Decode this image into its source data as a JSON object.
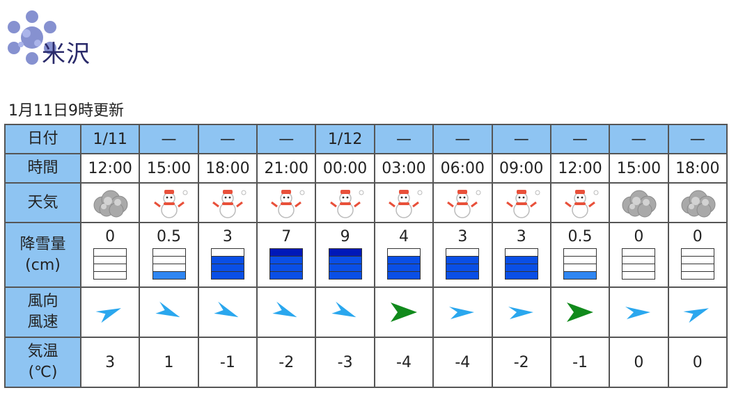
{
  "location": "米沢",
  "updated": "1月11日9時更新",
  "labels": {
    "date": "日付",
    "time": "時間",
    "weather": "天気",
    "snow_line1": "降雪量",
    "snow_line2": "(cm)",
    "wind_line1": "風向",
    "wind_line2": "風速",
    "temp_line1": "気温",
    "temp_line2": "(℃)"
  },
  "colors": {
    "header_bg": "#8ec4f2",
    "snow_light": "#2f86f2",
    "snow_medium": "#0a4fe6",
    "snow_dark": "#0018b8",
    "wind_light": "#2aa7ee",
    "wind_strong": "#118a1c"
  },
  "columns": [
    {
      "date": "1/11",
      "time": "12:00",
      "weather": "cloudy-icon",
      "snow": "0",
      "snow_level": 0,
      "wind_icon": "arrow-northeast-icon",
      "wind_strength": "light",
      "temp": "3"
    },
    {
      "date": "—",
      "time": "15:00",
      "weather": "snowman-icon",
      "snow": "0.5",
      "snow_level": 1,
      "wind_icon": "arrow-southeast-icon",
      "wind_strength": "light",
      "temp": "1"
    },
    {
      "date": "—",
      "time": "18:00",
      "weather": "snowman-icon",
      "snow": "3",
      "snow_level": 3,
      "wind_icon": "arrow-southeast-icon",
      "wind_strength": "light",
      "temp": "-1"
    },
    {
      "date": "—",
      "time": "21:00",
      "weather": "snowman-icon",
      "snow": "7",
      "snow_level": 4,
      "wind_icon": "arrow-southeast-icon",
      "wind_strength": "light",
      "temp": "-2"
    },
    {
      "date": "1/12",
      "time": "00:00",
      "weather": "snowman-icon",
      "snow": "9",
      "snow_level": 4,
      "wind_icon": "arrow-southeast-icon",
      "wind_strength": "light",
      "temp": "-3"
    },
    {
      "date": "—",
      "time": "03:00",
      "weather": "snowman-icon",
      "snow": "4",
      "snow_level": 3,
      "wind_icon": "arrow-east-icon",
      "wind_strength": "strong",
      "temp": "-4"
    },
    {
      "date": "—",
      "time": "06:00",
      "weather": "snowman-icon",
      "snow": "3",
      "snow_level": 3,
      "wind_icon": "arrow-east-icon",
      "wind_strength": "light",
      "temp": "-4"
    },
    {
      "date": "—",
      "time": "09:00",
      "weather": "snowman-icon",
      "snow": "3",
      "snow_level": 3,
      "wind_icon": "arrow-east-icon",
      "wind_strength": "light",
      "temp": "-2"
    },
    {
      "date": "—",
      "time": "12:00",
      "weather": "snowman-icon",
      "snow": "0.5",
      "snow_level": 1,
      "wind_icon": "arrow-east-icon",
      "wind_strength": "strong",
      "temp": "-1"
    },
    {
      "date": "—",
      "time": "15:00",
      "weather": "cloudy-icon",
      "snow": "0",
      "snow_level": 0,
      "wind_icon": "arrow-east-icon",
      "wind_strength": "light",
      "temp": "0"
    },
    {
      "date": "—",
      "time": "18:00",
      "weather": "cloudy-icon",
      "snow": "0",
      "snow_level": 0,
      "wind_icon": "arrow-northeast-icon",
      "wind_strength": "light",
      "temp": "0"
    }
  ]
}
